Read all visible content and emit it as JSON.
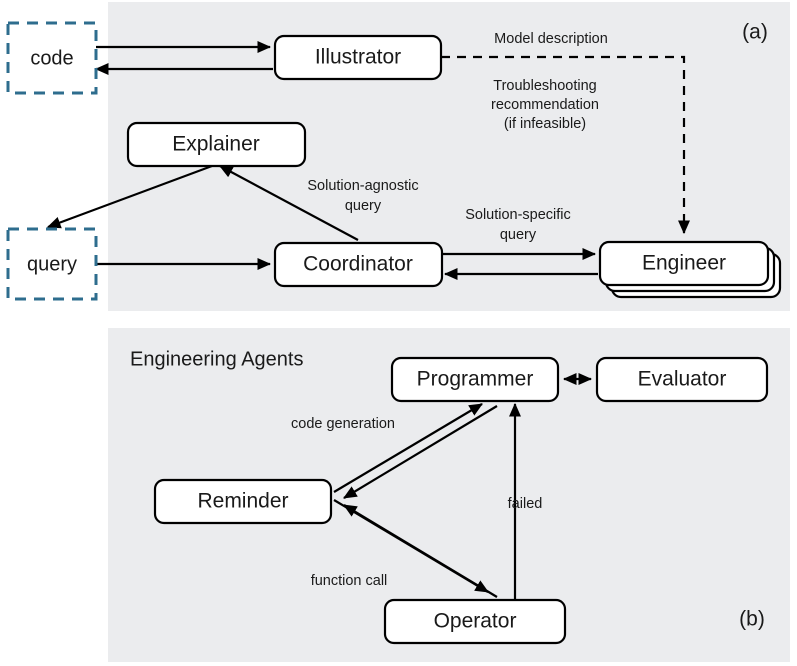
{
  "figure": {
    "panels": [
      {
        "tag": "(a)",
        "name": "architecture-panel"
      },
      {
        "tag": "(b)",
        "name": "engineering-agents-panel"
      }
    ]
  },
  "panel_a": {
    "tag": "(a)",
    "io_nodes": [
      {
        "id": "code",
        "label": "code"
      },
      {
        "id": "query",
        "label": "query"
      }
    ],
    "agents": [
      {
        "id": "illustrator",
        "label": "Illustrator"
      },
      {
        "id": "explainer",
        "label": "Explainer"
      },
      {
        "id": "coordinator",
        "label": "Coordinator"
      },
      {
        "id": "engineer",
        "label": "Engineer"
      }
    ],
    "edge_labels": {
      "model_description": "Model description",
      "troubleshooting_line1": "Troubleshooting",
      "troubleshooting_line2": "recommendation",
      "troubleshooting_line3": "(if infeasible)",
      "solution_agnostic_line1": "Solution-agnostic",
      "solution_agnostic_line2": "query",
      "solution_specific_line1": "Solution-specific",
      "solution_specific_line2": "query"
    }
  },
  "panel_b": {
    "tag": "(b)",
    "group_title": "Engineering Agents",
    "agents": [
      {
        "id": "programmer",
        "label": "Programmer"
      },
      {
        "id": "evaluator",
        "label": "Evaluator"
      },
      {
        "id": "reminder",
        "label": "Reminder"
      },
      {
        "id": "operator",
        "label": "Operator"
      }
    ],
    "edge_labels": {
      "code_generation": "code generation",
      "failed": "failed",
      "function_call": "function call"
    }
  },
  "colors": {
    "panel_background": "#ebecee",
    "node_stroke": "#000000",
    "node_fill": "#ffffff",
    "io_stroke": "#2e6d8e",
    "text": "#1a1a1a",
    "page_background": "#ffffff"
  }
}
